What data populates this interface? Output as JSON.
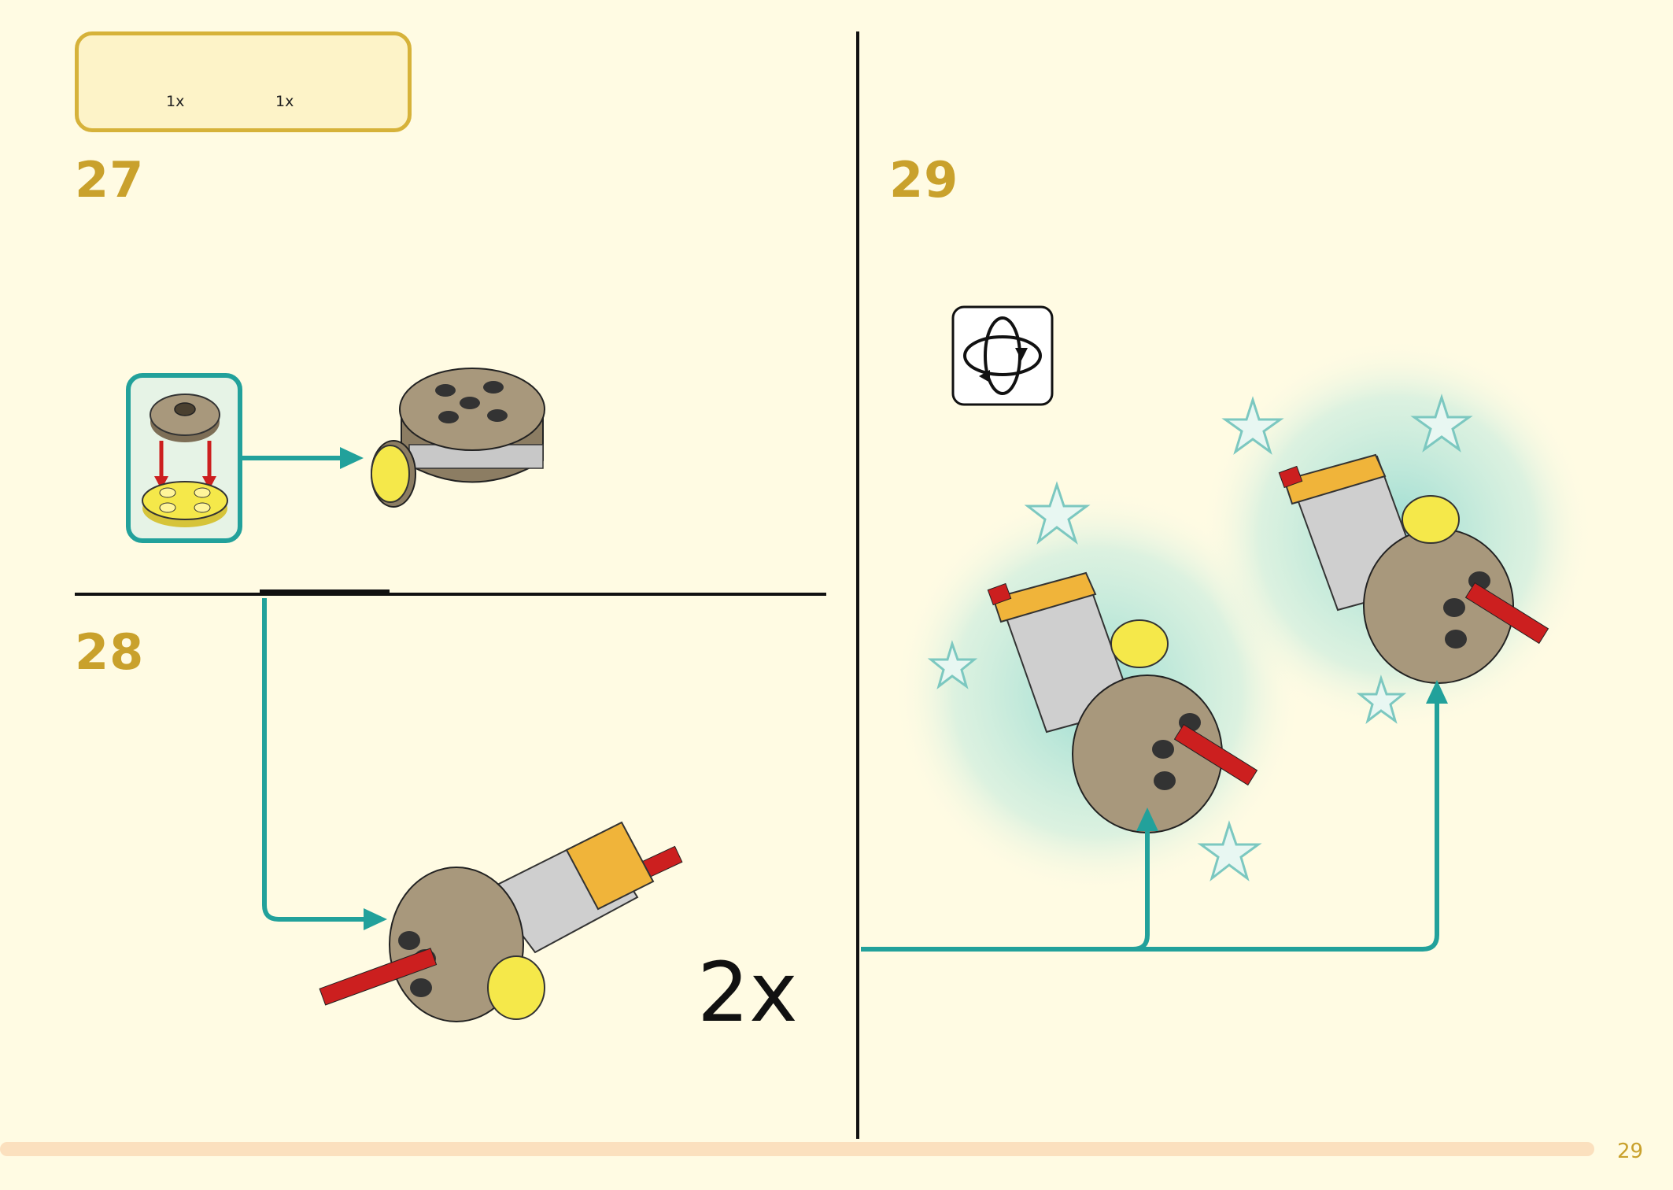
{
  "parts_list": {
    "items": [
      {
        "name": "tan-round-plate-2x2-icon",
        "qty": "1x"
      },
      {
        "name": "yellow-trans-round-plate-2x2-icon",
        "qty": "1x"
      }
    ]
  },
  "steps": [
    {
      "number": "27"
    },
    {
      "number": "28",
      "multiplier": "2x"
    },
    {
      "number": "29"
    }
  ],
  "page_number": "29",
  "colors": {
    "background": "#fffbe3",
    "step_number": "#c9a12c",
    "arrow_teal": "#22a19b",
    "tan_brick": "#a8987c",
    "red_axle": "#cc1f1f",
    "trans_yellow": "#f5e84a"
  }
}
